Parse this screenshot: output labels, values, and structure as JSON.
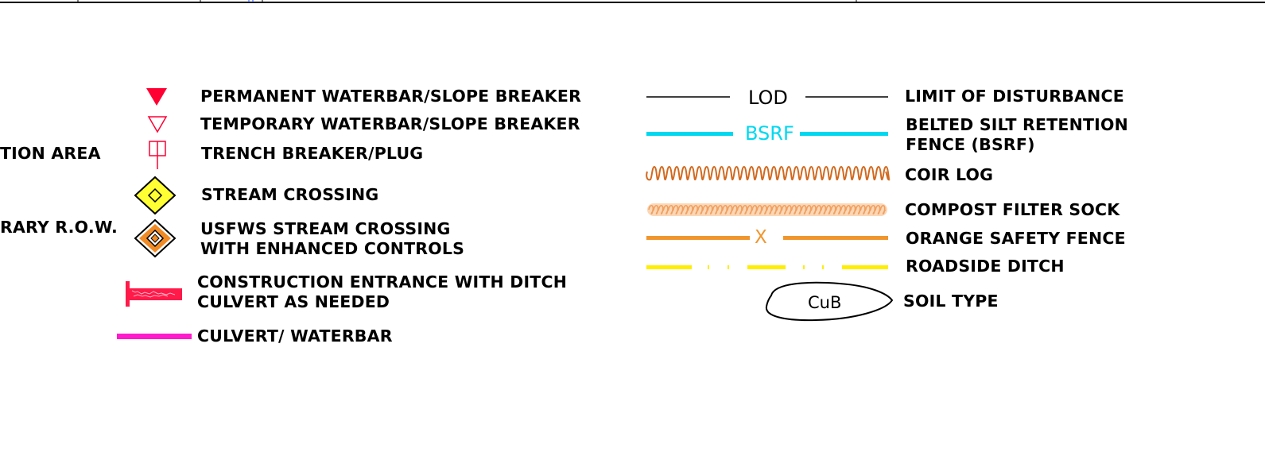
{
  "partial_labels": {
    "left_1": "TION AREA",
    "left_2": "RARY R.O.W."
  },
  "legend_left": [
    {
      "icon": "solid-triangle-down-icon",
      "label": "PERMANENT WATERBAR/SLOPE BREAKER",
      "color": "#ff0033"
    },
    {
      "icon": "outline-triangle-down-icon",
      "label": "TEMPORARY WATERBAR/SLOPE BREAKER",
      "color": "#ff0033"
    },
    {
      "icon": "trench-plug-icon",
      "label": "TRENCH BREAKER/PLUG",
      "color": "#ff0033"
    },
    {
      "icon": "yellow-diamond-icon",
      "label": "STREAM CROSSING",
      "color": "#ffff33"
    },
    {
      "icon": "orange-diamond-icon",
      "label": [
        "USFWS STREAM CROSSING",
        "WITH ENHANCED CONTROLS"
      ],
      "color": "#f08a24"
    },
    {
      "icon": "construction-entrance-icon",
      "label": [
        "CONSTRUCTION ENTRANCE WITH DITCH",
        "CULVERT AS NEEDED"
      ],
      "color": "#ff1a4a"
    },
    {
      "icon": "magenta-line-icon",
      "label": "CULVERT/ WATERBAR",
      "color": "#ff1acc"
    }
  ],
  "legend_right": [
    {
      "icon": "lod-line-icon",
      "tag": "LOD",
      "label": "LIMIT OF DISTURBANCE",
      "color": "#000000"
    },
    {
      "icon": "bsrf-line-icon",
      "tag": "BSRF",
      "label": [
        "BELTED SILT RETENTION",
        "FENCE (BSRF)"
      ],
      "color": "#00d8f0"
    },
    {
      "icon": "coir-log-icon",
      "label": "COIR LOG",
      "color": "#d2691e"
    },
    {
      "icon": "compost-sock-icon",
      "label": "COMPOST FILTER SOCK",
      "color": "#f4b27a"
    },
    {
      "icon": "orange-fence-icon",
      "tag": "X",
      "label": "ORANGE SAFETY FENCE",
      "color": "#f0962e"
    },
    {
      "icon": "roadside-ditch-icon",
      "label": "ROADSIDE DITCH",
      "color": "#ffee00"
    },
    {
      "icon": "soil-type-icon",
      "tag": "CuB",
      "label": "SOIL TYPE",
      "color": "#000000"
    }
  ]
}
